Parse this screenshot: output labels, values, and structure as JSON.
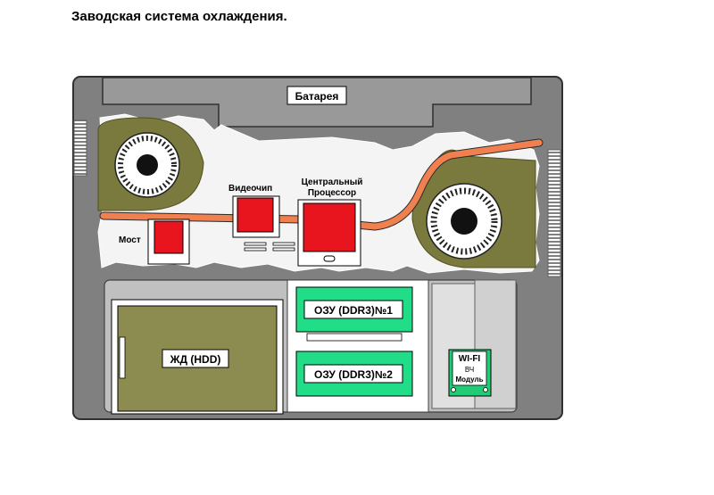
{
  "title": "Заводская система охлаждения.",
  "labels": {
    "battery": "Батарея",
    "gpu": "Видеочип",
    "cpu_line1": "Центральный",
    "cpu_line2": "Процессор",
    "bridge": "Мост",
    "hdd": "ЖД (HDD)",
    "ram1": "ОЗУ (DDR3)№1",
    "ram2": "ОЗУ (DDR3)№2",
    "wifi_line1": "WI-FI",
    "wifi_line2": "ВЧ",
    "wifi_line3": "Модуль"
  },
  "colors": {
    "chassis": "#808080",
    "chassis_border": "#404040",
    "inner_light": "#c0c0c0",
    "battery_bay": "#999999",
    "fan_housing": "#7a7a3e",
    "heatpipe": "#f08050",
    "chip": "#e8141e",
    "ram": "#22dd88",
    "hdd": "#8c8c50",
    "wifi": "#22cc77"
  },
  "icons": [
    "fan-left-icon",
    "fan-right-icon",
    "vent-left-icon",
    "vent-right-icon"
  ]
}
